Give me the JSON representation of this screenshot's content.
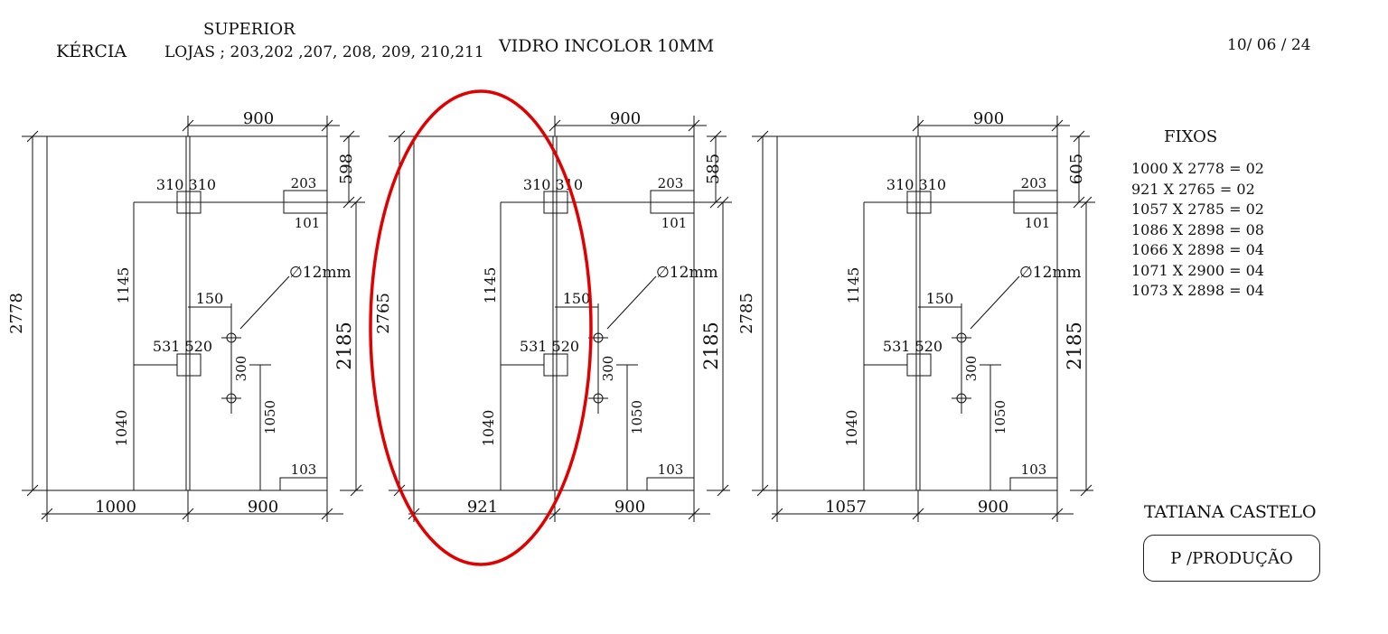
{
  "header": {
    "client": "KÉRCIA",
    "position": "SUPERIOR",
    "stores": "LOJAS ; 203,202 ,207, 208, 209, 210,211",
    "material": "VIDRO INCOLOR 10MM",
    "date": "10/ 06 / 24"
  },
  "panels": [
    {
      "height": "2778",
      "left_width": "1000",
      "right_width": "900",
      "top_width": "900",
      "top_gap": "598",
      "right_height": "2185",
      "upper_height": "1145",
      "lower_height": "1040",
      "hinge_top": "310 310",
      "hinge_bottom": "531 520",
      "code_top": "203",
      "code_mid": "101",
      "code_bottom": "103",
      "offset": "150",
      "hole_spacing": "300",
      "hole_height": "1050",
      "hole_diameter": "∅12mm",
      "highlighted": false
    },
    {
      "height": "2765",
      "left_width": "921",
      "right_width": "900",
      "top_width": "900",
      "top_gap": "585",
      "right_height": "2185",
      "upper_height": "1145",
      "lower_height": "1040",
      "hinge_top": "310 310",
      "hinge_bottom": "531 520",
      "code_top": "203",
      "code_mid": "101",
      "code_bottom": "103",
      "offset": "150",
      "hole_spacing": "300",
      "hole_height": "1050",
      "hole_diameter": "∅12mm",
      "highlighted": true
    },
    {
      "height": "2785",
      "left_width": "1057",
      "right_width": "900",
      "top_width": "900",
      "top_gap": "605",
      "right_height": "2185",
      "upper_height": "1145",
      "lower_height": "1040",
      "hinge_top": "310 310",
      "hinge_bottom": "531 520",
      "code_top": "203",
      "code_mid": "101",
      "code_bottom": "103",
      "offset": "150",
      "hole_spacing": "300",
      "hole_height": "1050",
      "hole_diameter": "∅12mm",
      "highlighted": false
    }
  ],
  "fixos": {
    "title": "FIXOS",
    "items": [
      "1000 X 2778 = 02",
      "921   X 2765 = 02",
      "1057 X 2785 = 02",
      "1086 X 2898 = 08",
      "1066 X 2898 = 04",
      "1071 X 2900 = 04",
      "1073 X 2898 = 04"
    ]
  },
  "signature": "TATIANA CASTELO",
  "stamp": "P /PRODUÇÃO",
  "colors": {
    "ink": "#111111",
    "highlight": "#e00000"
  }
}
